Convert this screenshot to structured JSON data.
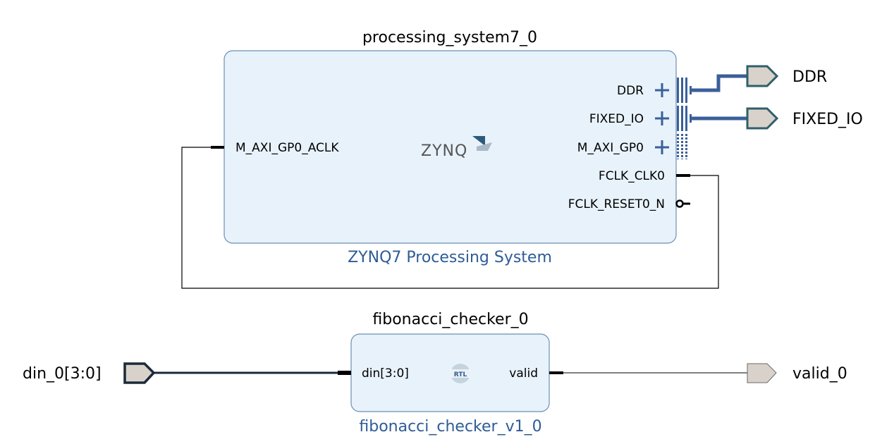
{
  "blocks": {
    "ps7": {
      "instance_name": "processing_system7_0",
      "ip_name": "ZYNQ7 Processing System",
      "logo_text": "ZYNQ",
      "pins_left": [
        "M_AXI_GP0_ACLK"
      ],
      "pins_right": [
        "DDR",
        "FIXED_IO",
        "M_AXI_GP0",
        "FCLK_CLK0",
        "FCLK_RESET0_N"
      ]
    },
    "fib": {
      "instance_name": "fibonacci_checker_0",
      "ip_name": "fibonacci_checker_v1_0",
      "logo_text": "RTL",
      "pin_in": "din[3:0]",
      "pin_out": "valid"
    }
  },
  "ports": {
    "ddr": "DDR",
    "fixed_io": "FIXED_IO",
    "din": "din_0[3:0]",
    "valid": "valid_0"
  },
  "colors": {
    "block_fill": "#e8f2fb",
    "block_border": "#6b8fb5",
    "bus_blue": "#3a5f9a",
    "port_fill": "#d9d2cb",
    "port_border": "#2f5f6a"
  }
}
